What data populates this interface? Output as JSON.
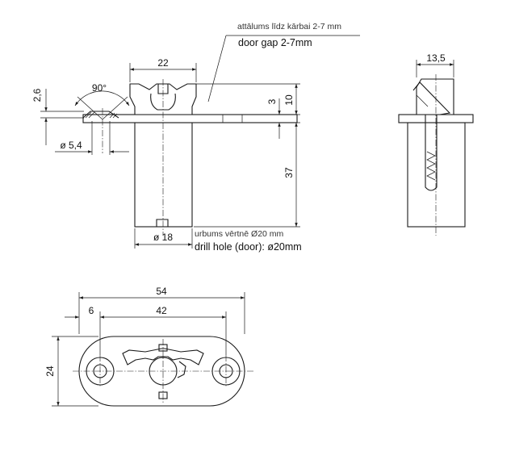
{
  "notes": {
    "door_gap_lv": "attālums līdz kārbai 2-7 mm",
    "door_gap_en": "door gap 2-7mm",
    "drill_hole_lv": "urbums vērtnē Ø20 mm",
    "drill_hole_en": "drill hole (door): ø20mm"
  },
  "dimensions": {
    "flange_width": "22",
    "countersink_angle": "90°",
    "flange_offset": "2,6",
    "screw_hole": "ø 5,4",
    "lip": "3",
    "head_height": "10",
    "body_height": "37",
    "body_diameter": "ø 18",
    "side_width": "13,5",
    "plate_length": "54",
    "edge_offset": "6",
    "hole_spacing": "42",
    "plate_width": "24"
  }
}
